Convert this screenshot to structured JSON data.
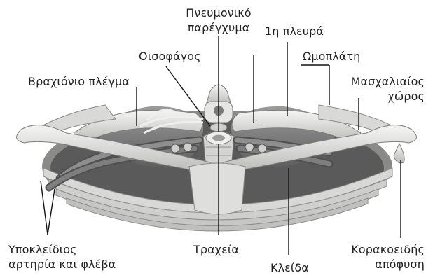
{
  "labels": {
    "lung_parenchyma": [
      "Πνευμονικό",
      "παρέγχυμα"
    ],
    "first_rib": "1η πλευρά",
    "esophagus": "Οισοφάγος",
    "scapula": "Ωμοπλάτη",
    "brachial_plexus": "Βραχιόνιο πλέγμα",
    "axillary_space": [
      "Μασχαλιαίος",
      "χώρος"
    ],
    "subclavian": [
      "Υποκλείδιος",
      "αρτηρία και φλέβα"
    ],
    "trachea": "Τραχεία",
    "clavicle": "Κλείδα",
    "coracoid": [
      "Κορακοειδής",
      "απόφυση"
    ]
  },
  "colors": {
    "bone_light": "#ececea",
    "bone_shadow": "#9a9a98",
    "muscle": "#5c5c5c",
    "lung": "#7d7d7d",
    "vessel": "#6e6e6e",
    "leader": "#111111"
  }
}
